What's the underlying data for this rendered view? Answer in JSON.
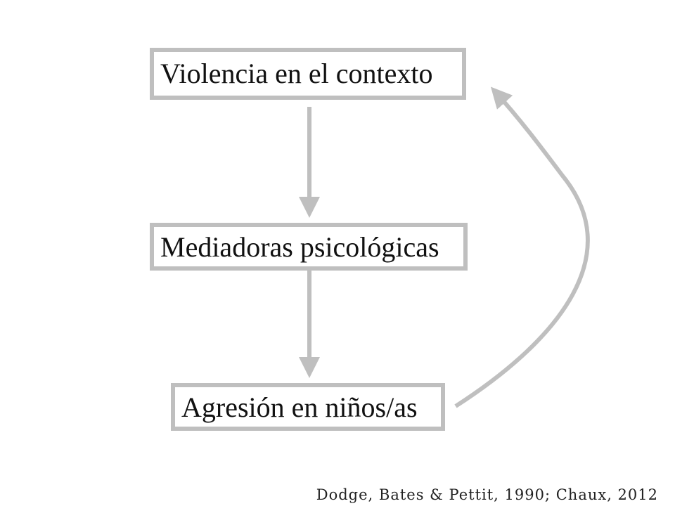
{
  "diagram": {
    "nodes": [
      {
        "id": "context",
        "label": "Violencia en el contexto"
      },
      {
        "id": "mediators",
        "label": "Mediadoras psicológicas"
      },
      {
        "id": "aggression",
        "label": "Agresión en niños/as"
      }
    ],
    "edges": [
      {
        "from": "context",
        "to": "mediators"
      },
      {
        "from": "mediators",
        "to": "aggression"
      },
      {
        "from": "aggression",
        "to": "context"
      }
    ],
    "colors": {
      "box_border": "#bfbfbf",
      "arrow": "#bfbfbf",
      "text": "#111111"
    }
  },
  "citation": "Dodge, Bates & Pettit, 1990; Chaux, 2012"
}
